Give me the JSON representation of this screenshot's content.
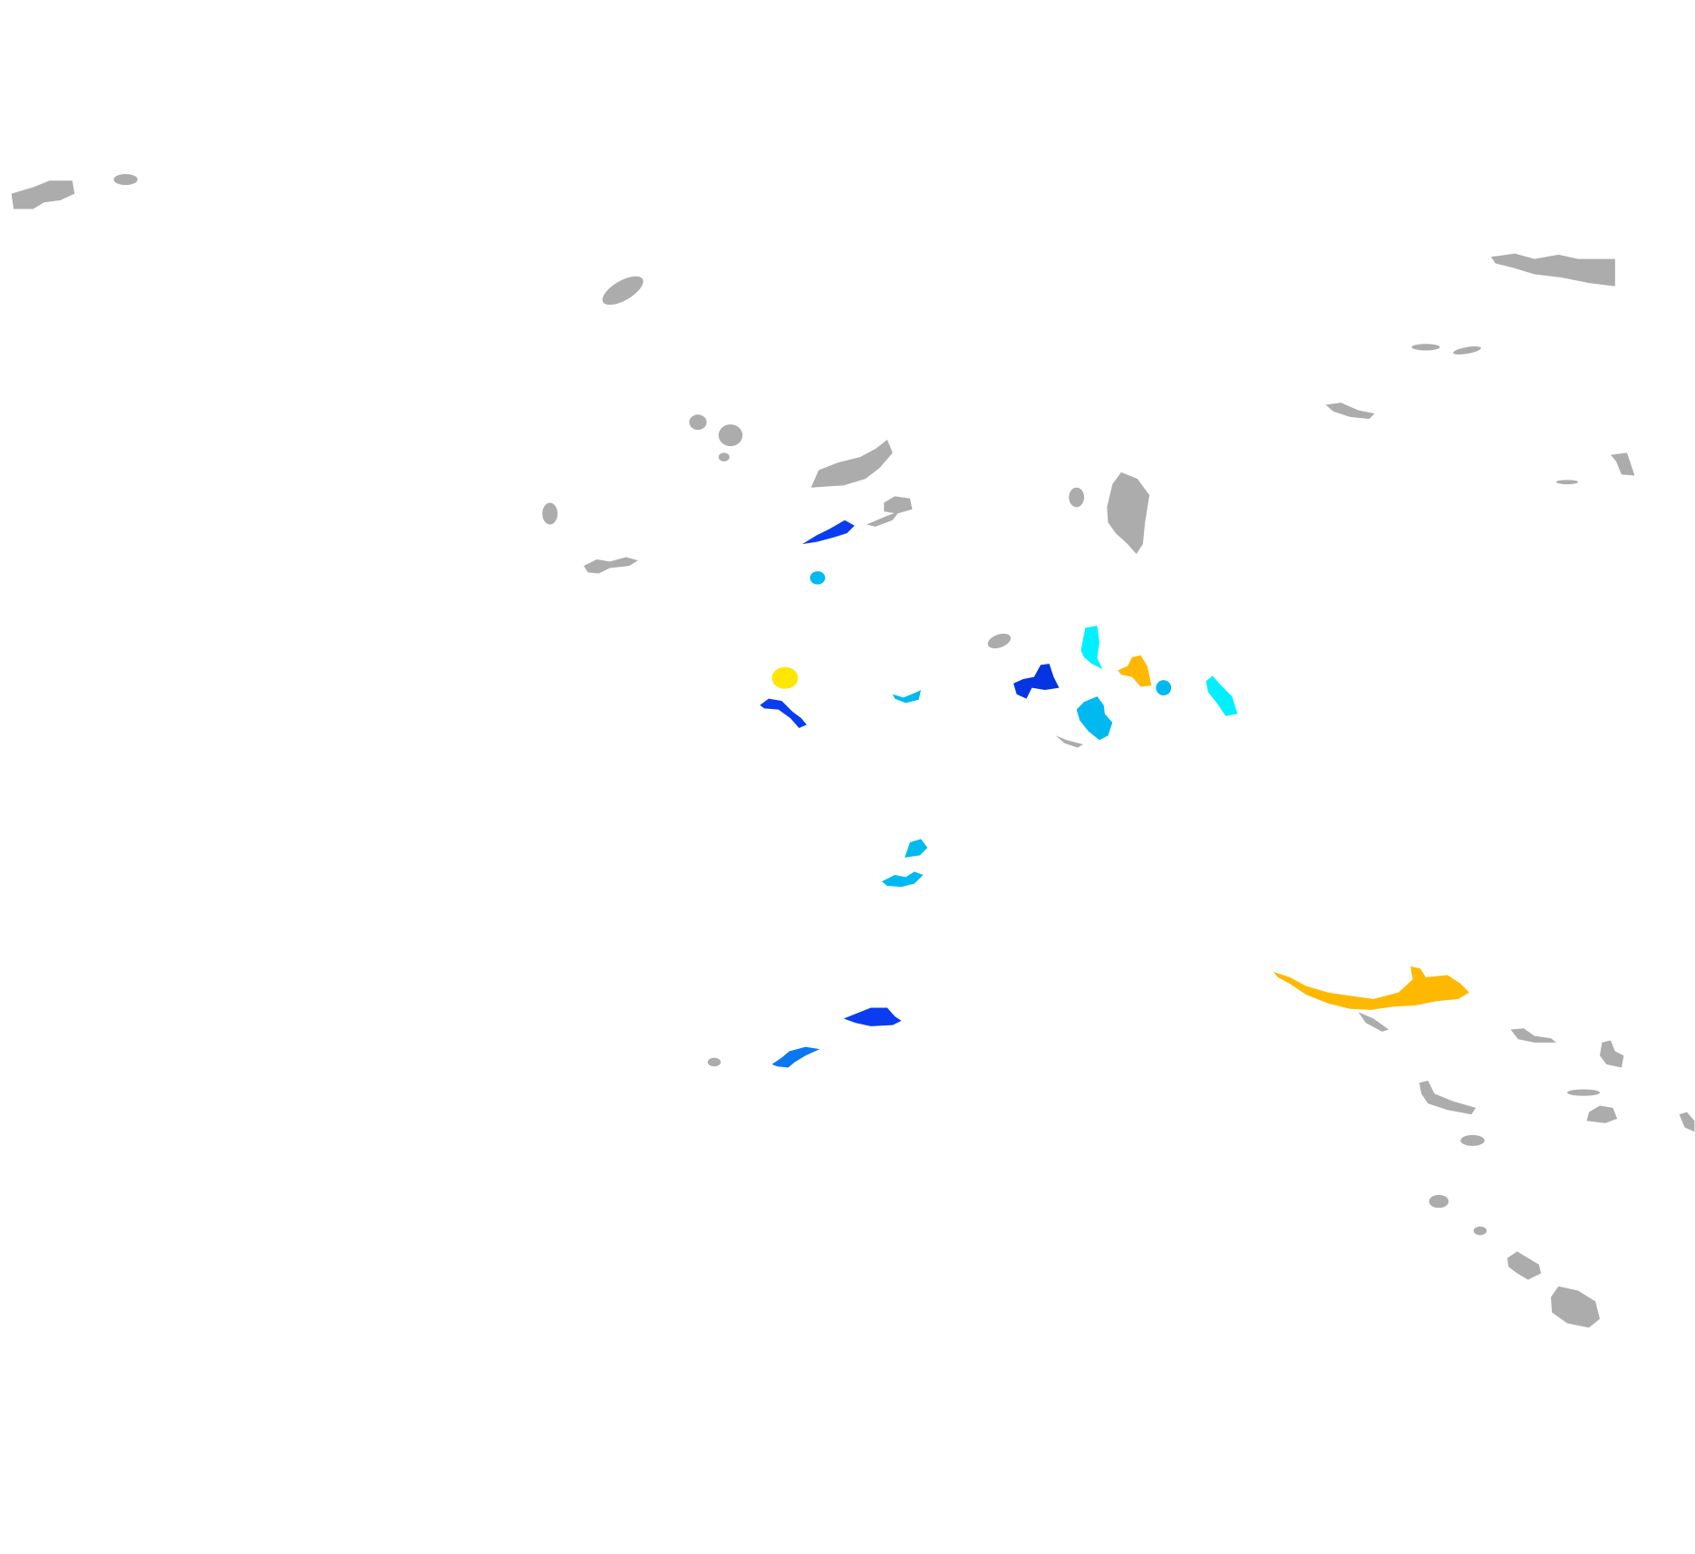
{
  "map": {
    "background": "#ffffff",
    "colors": {
      "neutral": "#acacac",
      "blue": "#0a3cf0",
      "dark_blue": "#0535e0",
      "mid_blue": "#0a78f0",
      "sky": "#00b9f0",
      "cyan": "#00f0ff",
      "yellow": "#ffe600",
      "orange": "#ffb800"
    },
    "regions": [
      {
        "category": "neutral"
      },
      {
        "category": "blue"
      },
      {
        "category": "dark_blue"
      },
      {
        "category": "mid_blue"
      },
      {
        "category": "sky"
      },
      {
        "category": "cyan"
      },
      {
        "category": "yellow"
      },
      {
        "category": "orange"
      }
    ]
  }
}
